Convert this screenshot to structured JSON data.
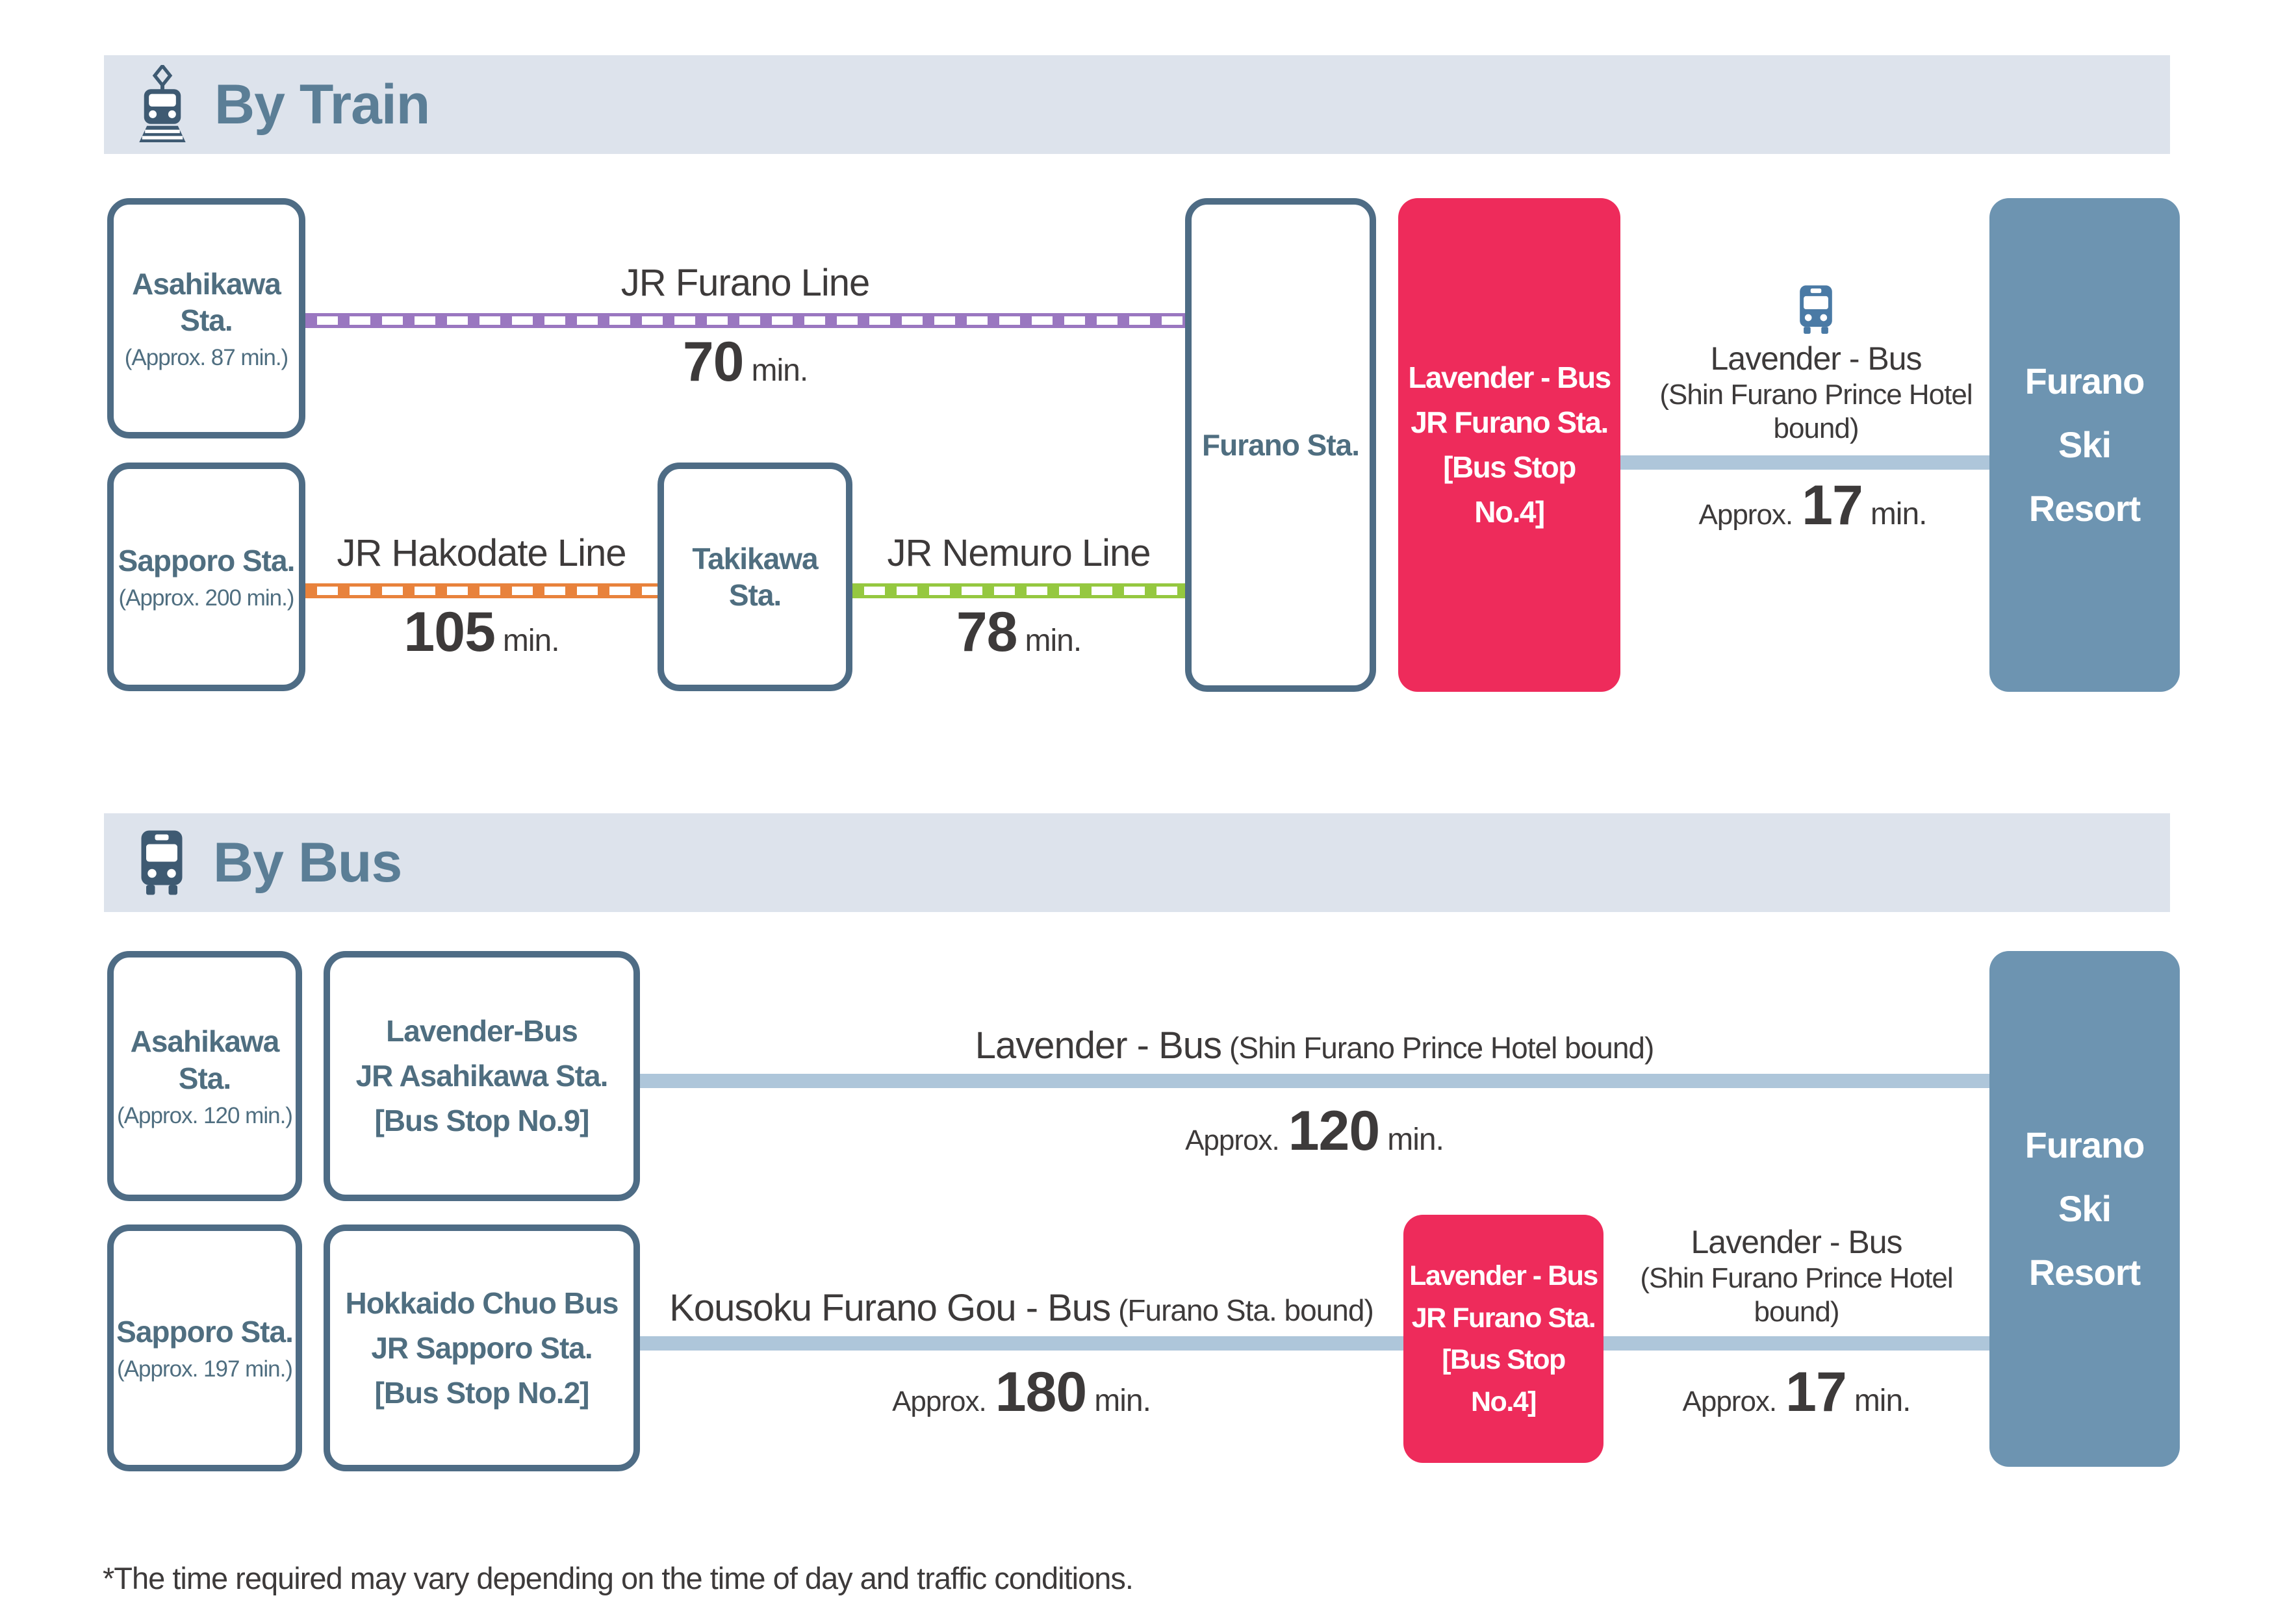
{
  "colors": {
    "header_bg": "#dde3ec",
    "header_text": "#5b7e96",
    "icon_dark": "#3e5a72",
    "box_border": "#4e6c85",
    "station_text": "#4f6e80",
    "dark_text": "#3d3a3a",
    "jr_furano_line": "#9a77c0",
    "jr_hakodate_line": "#e8823c",
    "jr_nemuro_line": "#95c840",
    "bus_line": "#aec6da",
    "transfer_pink": "#ee2b5b",
    "resort_blue": "#6d94b1",
    "bus_icon_blue": "#4a7aa5"
  },
  "train": {
    "title": "By Train",
    "asahikawa": {
      "line1": "Asahikawa",
      "line2": "Sta.",
      "approx": "(Approx. 87 min.)"
    },
    "furano_line": {
      "label": "JR Furano Line",
      "value": "70",
      "unit": "min."
    },
    "sapporo": {
      "name": "Sapporo Sta.",
      "approx": "(Approx. 200 min.)"
    },
    "hakodate_line": {
      "label": "JR Hakodate Line",
      "value": "105",
      "unit": "min."
    },
    "takikawa": {
      "label": "Takikawa Sta."
    },
    "nemuro_line": {
      "label": "JR Nemuro Line",
      "value": "78",
      "unit": "min."
    },
    "furano_station": {
      "label": "Furano Sta."
    },
    "transfer_box": {
      "line1": "Lavender - Bus",
      "line2": "JR Furano Sta.",
      "line3": "[Bus Stop",
      "line4": "No.4]"
    },
    "shuttle": {
      "name": "Lavender - Bus",
      "bound_line1": "(Shin Furano Prince Hotel",
      "bound_line2": "bound)",
      "approx": "Approx.",
      "value": "17",
      "unit": "min."
    },
    "resort": {
      "line1": "Furano",
      "line2": "Ski",
      "line3": "Resort"
    }
  },
  "bus": {
    "title": "By Bus",
    "asahikawa": {
      "line1": "Asahikawa",
      "line2": "Sta.",
      "approx": "(Approx. 120 min.)"
    },
    "asahikawa_stop": {
      "line1": "Lavender-Bus",
      "line2": "JR Asahikawa Sta.",
      "line3": "[Bus Stop No.9]"
    },
    "lavender_route": {
      "name": "Lavender - Bus",
      "bound": "(Shin Furano Prince Hotel bound)",
      "approx": "Approx.",
      "value": "120",
      "unit": "min."
    },
    "sapporo": {
      "name": "Sapporo Sta.",
      "approx": "(Approx. 197 min.)"
    },
    "sapporo_stop": {
      "line1": "Hokkaido Chuo Bus",
      "line2": "JR Sapporo Sta.",
      "line3": "[Bus Stop No.2]"
    },
    "kousoku_route": {
      "name": "Kousoku Furano Gou - Bus",
      "bound": "(Furano Sta. bound)",
      "approx": "Approx.",
      "value": "180",
      "unit": "min."
    },
    "transfer_box": {
      "line1": "Lavender - Bus",
      "line2": "JR Furano Sta.",
      "line3": "[Bus Stop",
      "line4": "No.4]"
    },
    "shuttle": {
      "name": "Lavender - Bus",
      "bound_line1": "(Shin Furano Prince Hotel",
      "bound_line2": "bound)",
      "approx": "Approx.",
      "value": "17",
      "unit": "min."
    },
    "resort": {
      "line1": "Furano",
      "line2": "Ski",
      "line3": "Resort"
    }
  },
  "footnote": "*The time required may vary depending on the time of day and traffic conditions."
}
